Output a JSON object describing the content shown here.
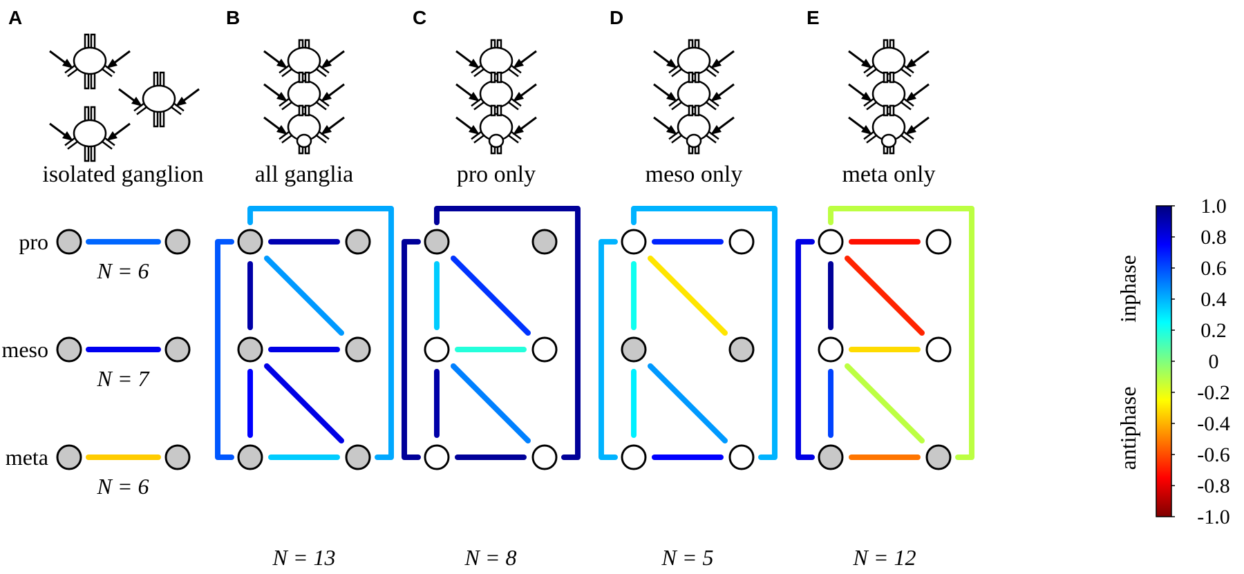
{
  "colors": {
    "active_ganglion": "#808080",
    "inactive_ganglion": "#ffffff",
    "node_active": "#c8c8c8",
    "node_inactive": "#ffffff"
  },
  "row_labels": [
    "pro",
    "meso",
    "meta"
  ],
  "colorbar": {
    "ticks": [
      "1.0",
      "0.8",
      "0.6",
      "0.4",
      "0.2",
      "0",
      "-0.2",
      "-0.4",
      "-0.6",
      "-0.8",
      "-1.0"
    ],
    "inphase_label": "inphase",
    "antiphase_label": "antiphase",
    "range": [
      -1.0,
      1.0
    ]
  },
  "panels": [
    {
      "id": "A",
      "caption": "isolated ganglion",
      "mode": "isolated",
      "nodes_active": [
        true,
        true,
        true
      ],
      "isolated_values": [
        0.55,
        0.78,
        -0.35
      ],
      "n_labels": [
        "N = 6",
        "N = 7",
        "N = 6"
      ]
    },
    {
      "id": "B",
      "caption": "all ganglia",
      "mode": "network",
      "nodes_active": [
        true,
        true,
        true
      ],
      "values": {
        "pro_pair": 0.9,
        "meso_pair": 0.8,
        "meta_pair": 0.35,
        "vert_pro_meso": 0.92,
        "vert_meso_meta": 0.75,
        "diag_pro_meso": 0.45,
        "diag_meso_meta": 0.8,
        "bracket_left": 0.58,
        "bracket_right": 0.42
      },
      "n_label": "N = 13"
    },
    {
      "id": "C",
      "caption": "pro only",
      "mode": "network",
      "nodes_active": [
        true,
        false,
        false
      ],
      "values": {
        "pro_pair": null,
        "meso_pair": 0.18,
        "meta_pair": 0.95,
        "vert_pro_meso": 0.35,
        "vert_meso_meta": 0.92,
        "diag_pro_meso": 0.65,
        "diag_meso_meta": 0.5,
        "bracket_left": 0.95,
        "bracket_right": 0.95
      },
      "n_label": "N = 8"
    },
    {
      "id": "D",
      "caption": "meso only",
      "mode": "network",
      "nodes_active": [
        false,
        true,
        false
      ],
      "values": {
        "pro_pair": 0.68,
        "meso_pair": null,
        "meta_pair": 0.75,
        "vert_pro_meso": 0.22,
        "vert_meso_meta": 0.28,
        "diag_pro_meso": -0.3,
        "diag_meso_meta": 0.45,
        "bracket_left": 0.4,
        "bracket_right": 0.4
      },
      "n_label": "N = 5"
    },
    {
      "id": "E",
      "caption": "meta only",
      "mode": "network",
      "nodes_active": [
        false,
        false,
        true
      ],
      "values": {
        "pro_pair": -0.72,
        "meso_pair": -0.32,
        "meta_pair": -0.52,
        "vert_pro_meso": 0.95,
        "vert_meso_meta": 0.62,
        "diag_pro_meso": -0.68,
        "diag_meso_meta": -0.12,
        "bracket_left": 0.8,
        "bracket_right": -0.12
      },
      "n_label": "N = 12"
    }
  ]
}
